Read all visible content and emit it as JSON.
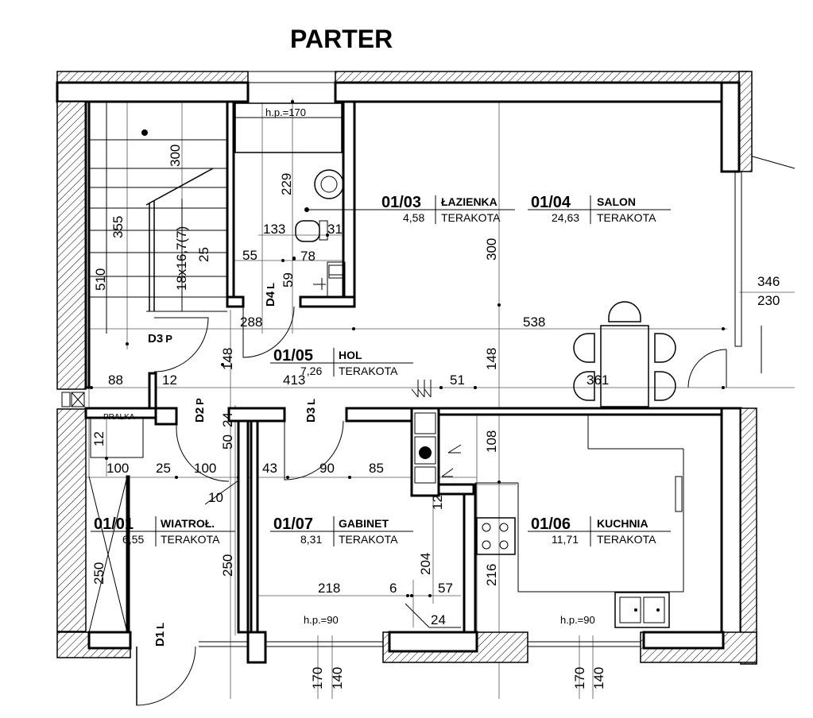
{
  "title": "PARTER",
  "rooms": [
    {
      "id": "r0103",
      "code": "01/03",
      "name": "ŁAZIENKA",
      "area": "4,58",
      "floor": "TERAKOTA"
    },
    {
      "id": "r0104",
      "code": "01/04",
      "name": "SALON",
      "area": "24,63",
      "floor": "TERAKOTA"
    },
    {
      "id": "r0105",
      "code": "01/05",
      "name": "HOL",
      "area": "7,26",
      "floor": "TERAKOTA"
    },
    {
      "id": "r0101",
      "code": "01/01",
      "name": "WIATROŁ.",
      "area": "6,55",
      "floor": "TERAKOTA"
    },
    {
      "id": "r0107",
      "code": "01/07",
      "name": "GABINET",
      "area": "8,31",
      "floor": "TERAKOTA"
    },
    {
      "id": "r0106",
      "code": "01/06",
      "name": "KUCHNIA",
      "area": "11,71",
      "floor": "TERAKOTA"
    }
  ],
  "doors": {
    "d3": {
      "main": "D3",
      "sub": "P"
    },
    "d4": {
      "main": "D4",
      "sub": "L"
    },
    "d2": {
      "main": "D2",
      "sub": "P"
    },
    "d3b": {
      "main": "D3",
      "sub": "L"
    },
    "d1": {
      "main": "D1",
      "sub": "L"
    }
  },
  "labels": {
    "hp_bath": "h.p.=170",
    "hp_left": "h.p.=90",
    "hp_right": "h.p.=90",
    "pralka": "PRALKA",
    "stairs": "18x16,7(7)"
  },
  "dims": {
    "d300a": "300",
    "d355": "355",
    "d510": "510",
    "d25a": "25",
    "d229": "229",
    "d133": "133",
    "d31": "31",
    "d55": "55",
    "d78": "78",
    "d59": "59",
    "d300b": "300",
    "d288": "288",
    "d538": "538",
    "d346": "346",
    "d230": "230",
    "d148a": "148",
    "d148b": "148",
    "d88": "88",
    "d12a": "12",
    "d413": "413",
    "d51": "51",
    "d361": "361",
    "d24": "24",
    "d50": "50",
    "d12b": "12",
    "d100a": "100",
    "d25b": "25",
    "d100b": "100",
    "d43": "43",
    "d90": "90",
    "d85": "85",
    "d10": "10",
    "d108": "108",
    "d12c": "12",
    "d250a": "250",
    "d250b": "250",
    "d204": "204",
    "d216": "216",
    "d218": "218",
    "d6": "6",
    "d57": "57",
    "d24b": "24",
    "d170a": "170",
    "d140a": "140",
    "d170b": "170",
    "d140b": "140"
  }
}
